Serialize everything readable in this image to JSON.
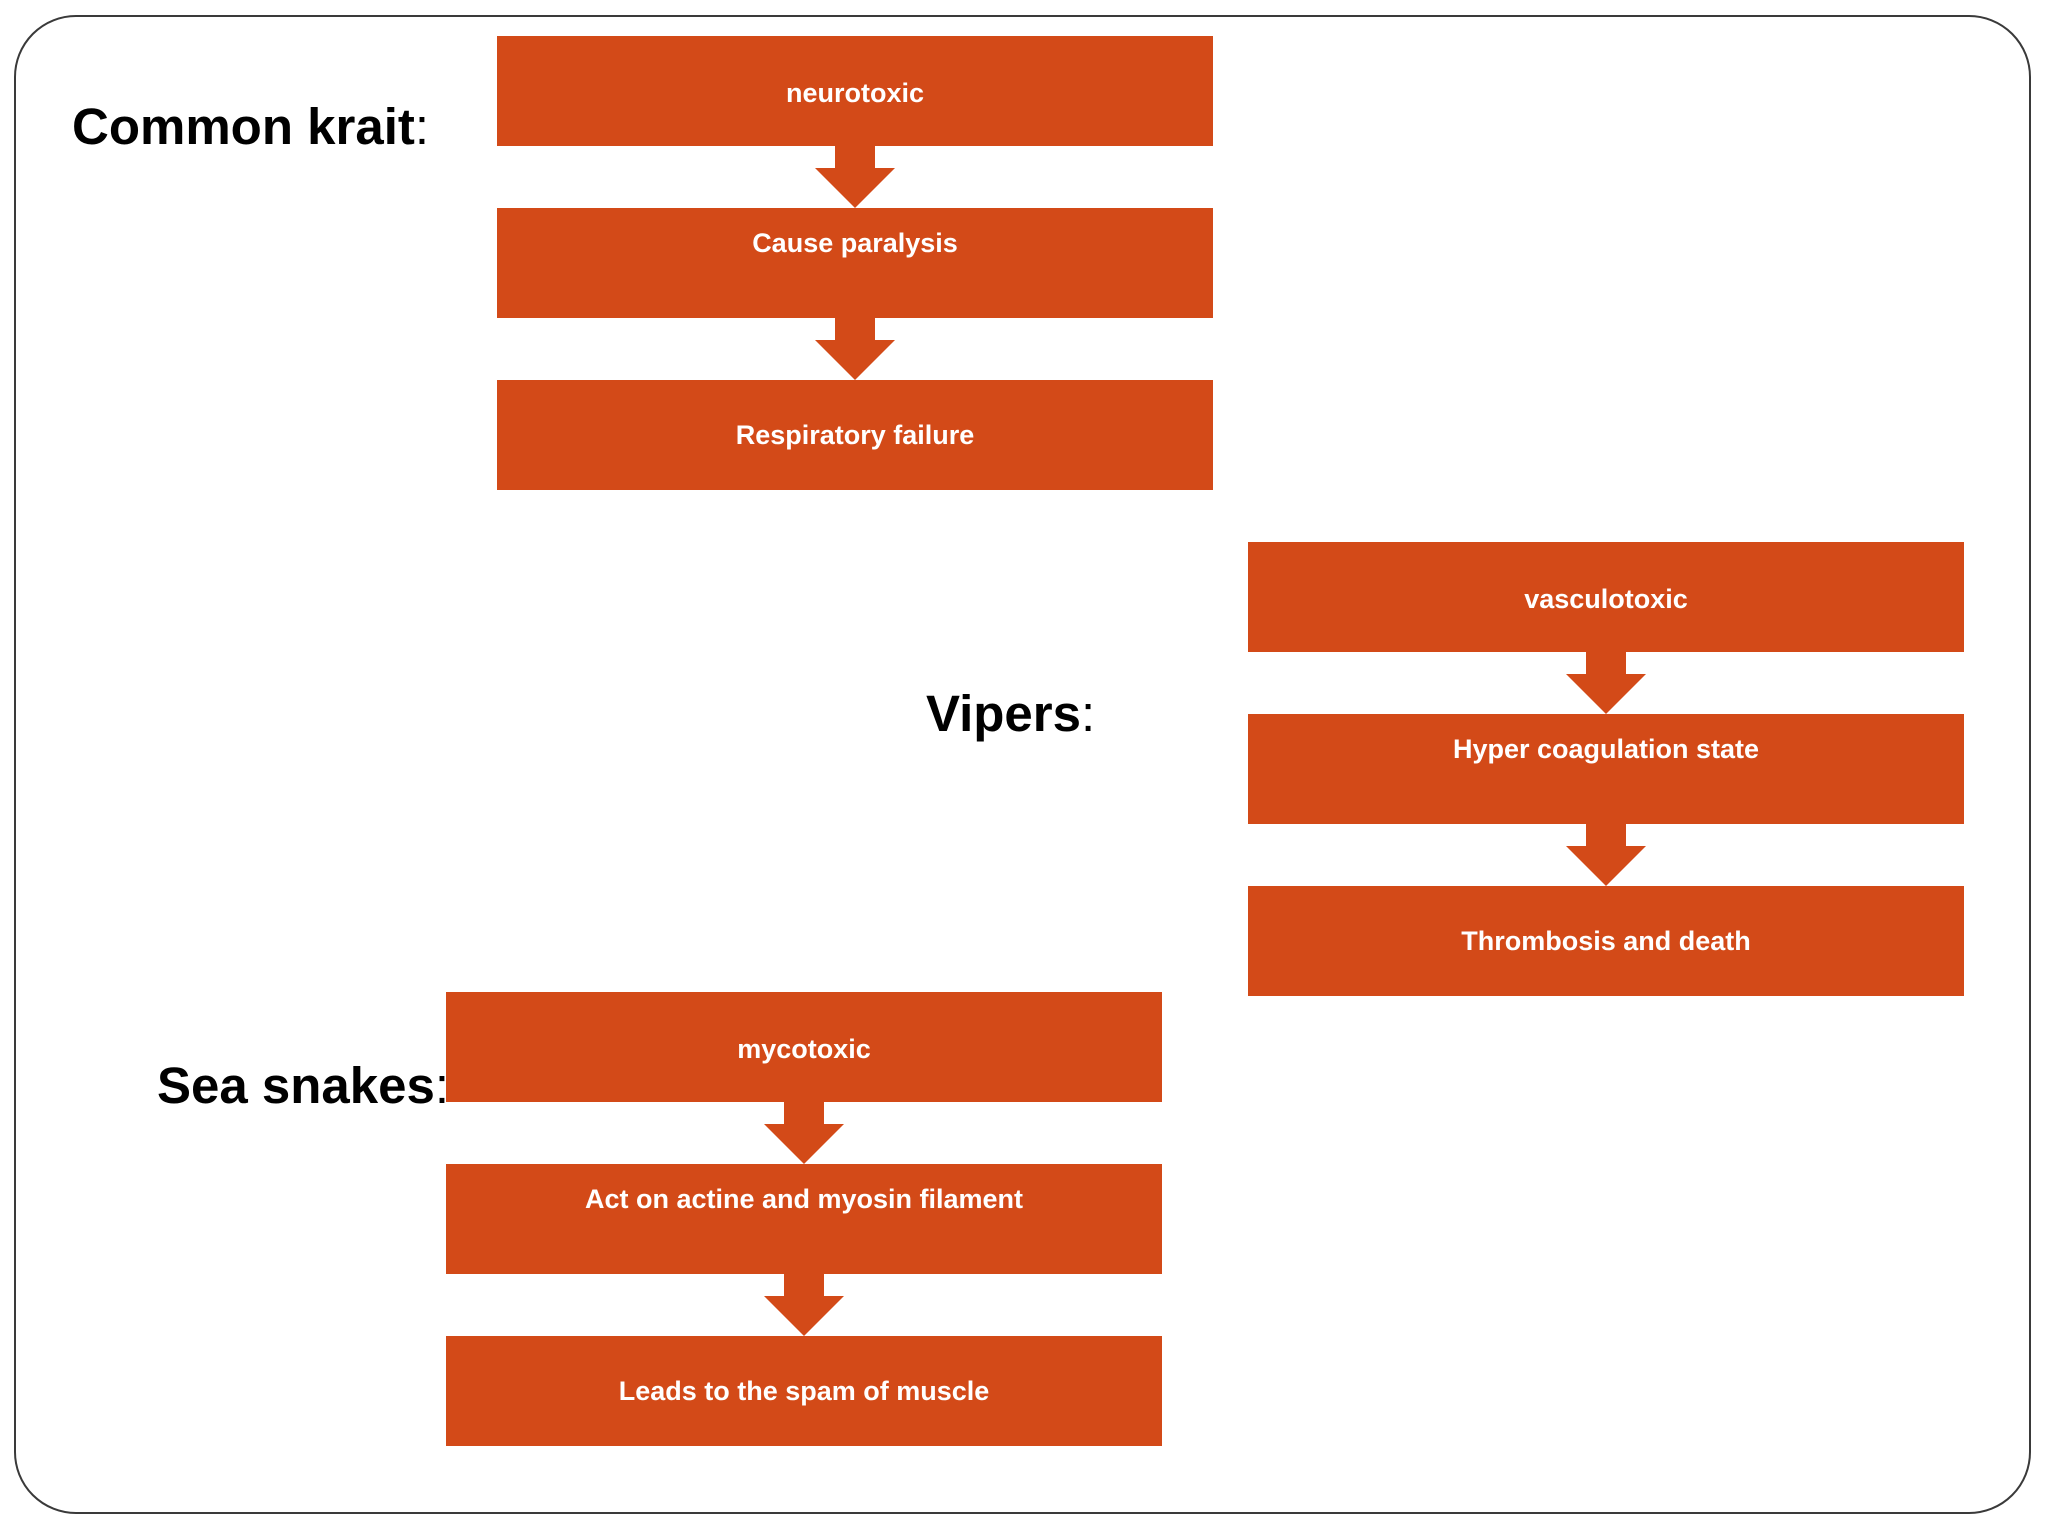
{
  "colors": {
    "box_fill": "#D34A18",
    "box_text": "#FFFFFF",
    "label_text": "#000000",
    "frame_border": "#3A3A3A"
  },
  "groups": [
    {
      "label": "Common krait",
      "label_suffix": ":",
      "steps": [
        "neurotoxic",
        "Cause paralysis",
        "Respiratory failure"
      ]
    },
    {
      "label": "Vipers",
      "label_suffix": ":",
      "steps": [
        "vasculotoxic",
        "Hyper coagulation state",
        "Thrombosis and death"
      ]
    },
    {
      "label": "Sea snakes",
      "label_suffix": ":",
      "steps": [
        "mycotoxic",
        "Act on actine and myosin filament",
        "Leads to the spam of muscle"
      ]
    }
  ]
}
